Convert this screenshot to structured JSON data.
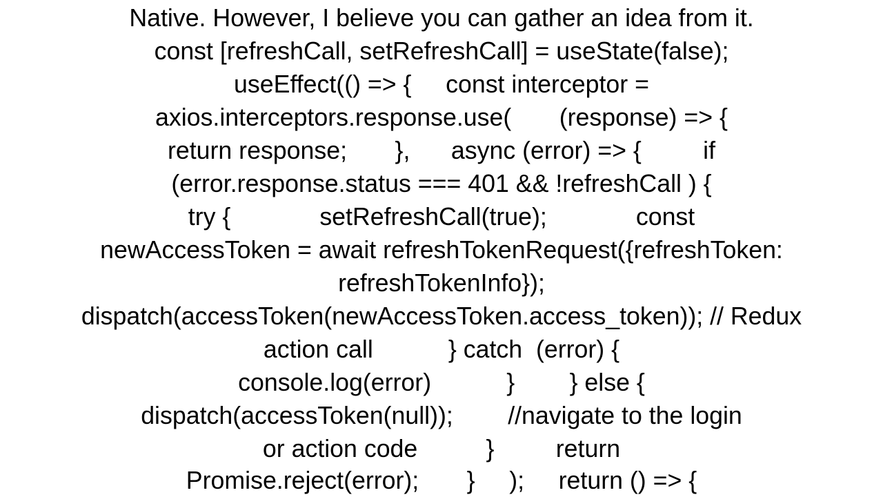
{
  "text_block": {
    "lines": [
      "Native. However, I believe you can gather an idea from it.",
      "const [refreshCall, setRefreshCall] = useState(false);",
      "useEffect(() => {     const interceptor =",
      "axios.interceptors.response.use(       (response) => {",
      "return response;       },      async (error) => {         if",
      "(error.response.status === 401 && !refreshCall ) {",
      "try {             setRefreshCall(true);             const",
      "newAccessToken = await refreshTokenRequest({refreshToken:",
      "refreshTokenInfo});",
      "dispatch(accessToken(newAccessToken.access_token)); // Redux",
      "action call           } catch  (error) {",
      "console.log(error)           }        } else {",
      "dispatch(accessToken(null));        //navigate to the login",
      "or action code          }         return",
      "Promise.reject(error);       }     );     return () => {"
    ]
  }
}
